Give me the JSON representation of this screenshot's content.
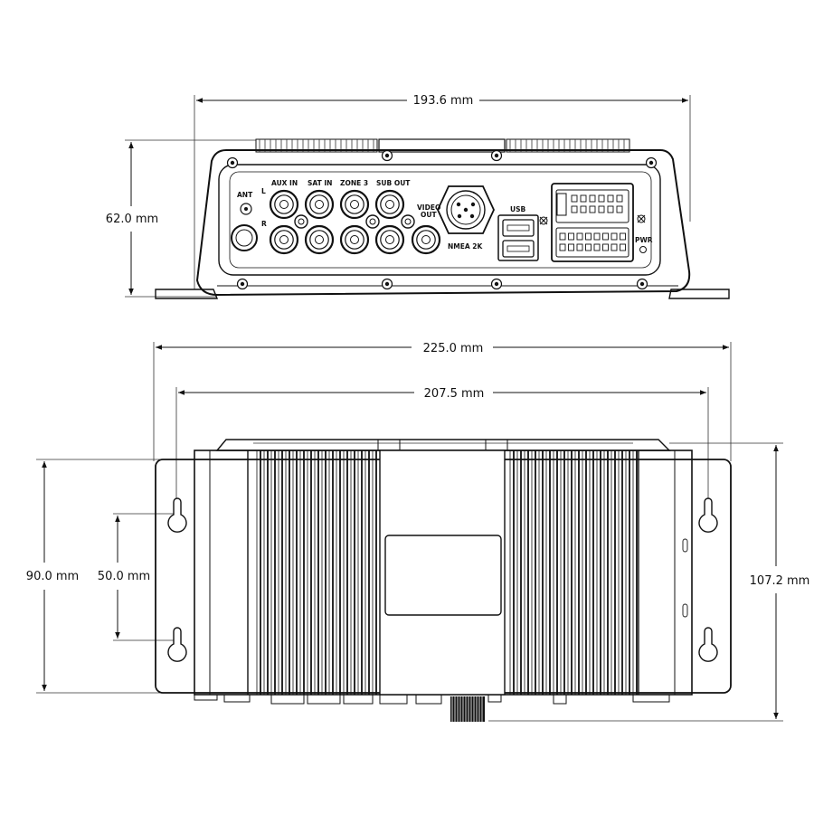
{
  "dimensions": {
    "front_width": "193.6 mm",
    "front_height": "62.0 mm",
    "overall_length": "225.0 mm",
    "mount_spacing": "207.5 mm",
    "body_depth": "90.0 mm",
    "hole_spacing": "50.0 mm",
    "overall_depth": "107.2 mm"
  },
  "front_panel": {
    "ant": "ANT",
    "ch_left": "L",
    "ch_right": "R",
    "aux_in": "AUX IN",
    "sat_in": "SAT IN",
    "zone3": "ZONE 3",
    "sub_out": "SUB OUT",
    "video_out_1": "VIDEO",
    "video_out_2": "OUT",
    "nmea": "NMEA 2K",
    "usb": "USB",
    "pwr": "PWR"
  },
  "colors": {
    "line": "#111111",
    "background": "#ffffff"
  }
}
